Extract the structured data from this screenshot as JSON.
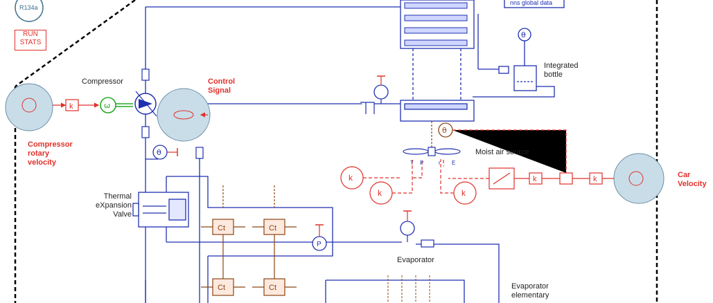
{
  "top_left": {
    "refrigerant": "R134a",
    "run_stats_l1": "RUN",
    "run_stats_l2": "STATS"
  },
  "global_data_label": "nns global data",
  "labels": {
    "compressor": "Compressor",
    "control_signal_l1": "Control",
    "control_signal_l2": "Signal",
    "compressor_rotary_l1": "Compressor",
    "compressor_rotary_l2": "rotary",
    "compressor_rotary_l3": "velocity",
    "integrated_bottle_l1": "Integrated",
    "integrated_bottle_l2": "bottle",
    "moist_air_source": "Moist air source",
    "car_velocity_l1": "Car",
    "car_velocity_l2": "Velocity",
    "txv_l1": "Thermal",
    "txv_l2": "eXpansion",
    "txv_l3": "Valve",
    "evaporator": "Evaporator",
    "evap_elementary_l1": "Evaporator",
    "evap_elementary_l2": "elementary"
  },
  "symbols": {
    "gain_k": "k",
    "omega": "ω",
    "ct": "Ct",
    "pressure_p": "P",
    "theta": "θ",
    "sensor_letters": [
      "T",
      "P",
      "r",
      "E"
    ]
  },
  "colors": {
    "hydraulic_blue": "#1f2fb0",
    "signal_red": "#e0302a",
    "thermal_brown": "#8b4513",
    "rotary_green": "#22aa22",
    "source_fill": "#c9dde9",
    "boundary": "#000000"
  }
}
